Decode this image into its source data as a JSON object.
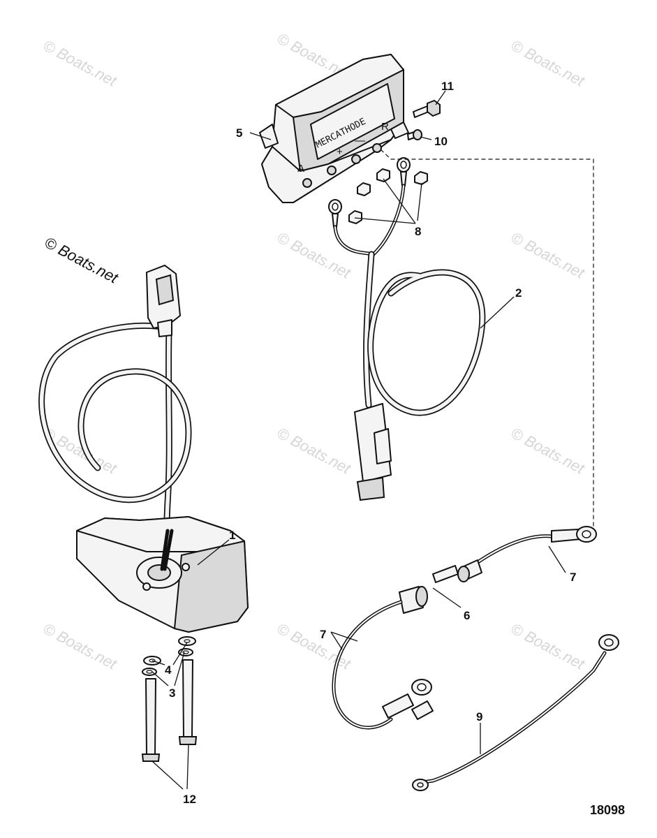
{
  "watermark": {
    "text": "© Boats.net",
    "visible_copy": "© Boats.net"
  },
  "figure_number": "18098",
  "controller": {
    "brand_label": "MERCATHODE",
    "terminal_a": "A",
    "terminal_plus": "+",
    "terminal_minus": "—",
    "terminal_r": "R"
  },
  "callouts": [
    {
      "id": "1",
      "label": "1"
    },
    {
      "id": "2",
      "label": "2"
    },
    {
      "id": "3",
      "label": "3"
    },
    {
      "id": "4",
      "label": "4"
    },
    {
      "id": "5",
      "label": "5"
    },
    {
      "id": "6",
      "label": "6"
    },
    {
      "id": "7a",
      "label": "7"
    },
    {
      "id": "7b",
      "label": "7"
    },
    {
      "id": "8",
      "label": "8"
    },
    {
      "id": "9",
      "label": "9"
    },
    {
      "id": "10",
      "label": "10"
    },
    {
      "id": "11",
      "label": "11"
    },
    {
      "id": "12",
      "label": "12"
    }
  ],
  "colors": {
    "line": "#111111",
    "watermark": "#d6d6d6",
    "background": "#ffffff"
  }
}
